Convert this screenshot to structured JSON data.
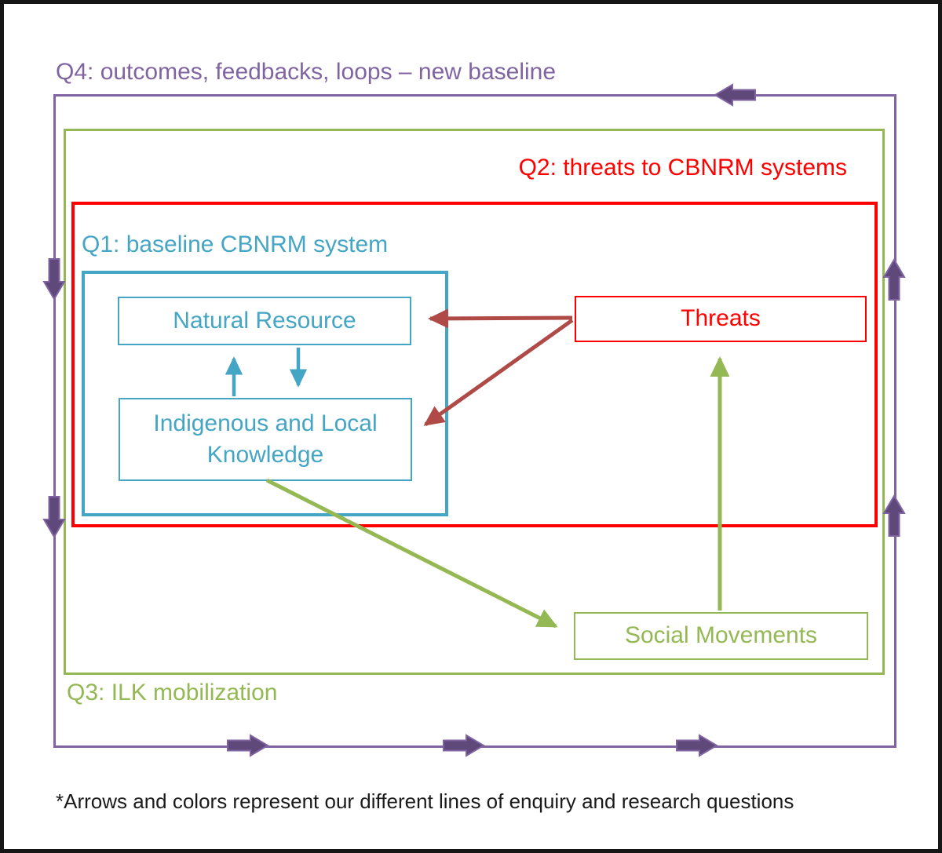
{
  "diagram": {
    "frames": {
      "q4": {
        "label": "Q4: outcomes, feedbacks, loops – new baseline",
        "color": "#8064A2"
      },
      "q3": {
        "label": "Q3: ILK mobilization",
        "color": "#94B954"
      },
      "q2": {
        "label": "Q2: threats to CBNRM systems",
        "color": "#FF0000"
      },
      "q1": {
        "label": "Q1: baseline CBNRM system",
        "color": "#45A5C5"
      }
    },
    "nodes": {
      "natural_resource": {
        "label": "Natural Resource",
        "color": "#45A5C5"
      },
      "ilk": {
        "label": "Indigenous and Local Knowledge",
        "color": "#45A5C5"
      },
      "threats": {
        "label": "Threats",
        "color": "#FF0000"
      },
      "social_movements": {
        "label": "Social Movements",
        "color": "#94B954"
      }
    },
    "edges": [
      {
        "from": "natural_resource",
        "to": "ilk",
        "color": "#45A5C5",
        "style": "arrow-down"
      },
      {
        "from": "ilk",
        "to": "natural_resource",
        "color": "#45A5C5",
        "style": "arrow-up"
      },
      {
        "from": "threats",
        "to": "natural_resource",
        "color": "#B04A47",
        "style": "arrow"
      },
      {
        "from": "threats",
        "to": "ilk",
        "color": "#B04A47",
        "style": "arrow"
      },
      {
        "from": "ilk",
        "to": "social_movements",
        "color": "#94B954",
        "style": "arrow"
      },
      {
        "from": "social_movements",
        "to": "threats",
        "color": "#94B954",
        "style": "arrow"
      },
      {
        "loop": "q4-border-flow",
        "color": "#5F497A",
        "style": "block-arrows",
        "direction": "counter-clockwise"
      }
    ],
    "footnote": "*Arrows and colors represent our different lines of enquiry and research questions"
  }
}
